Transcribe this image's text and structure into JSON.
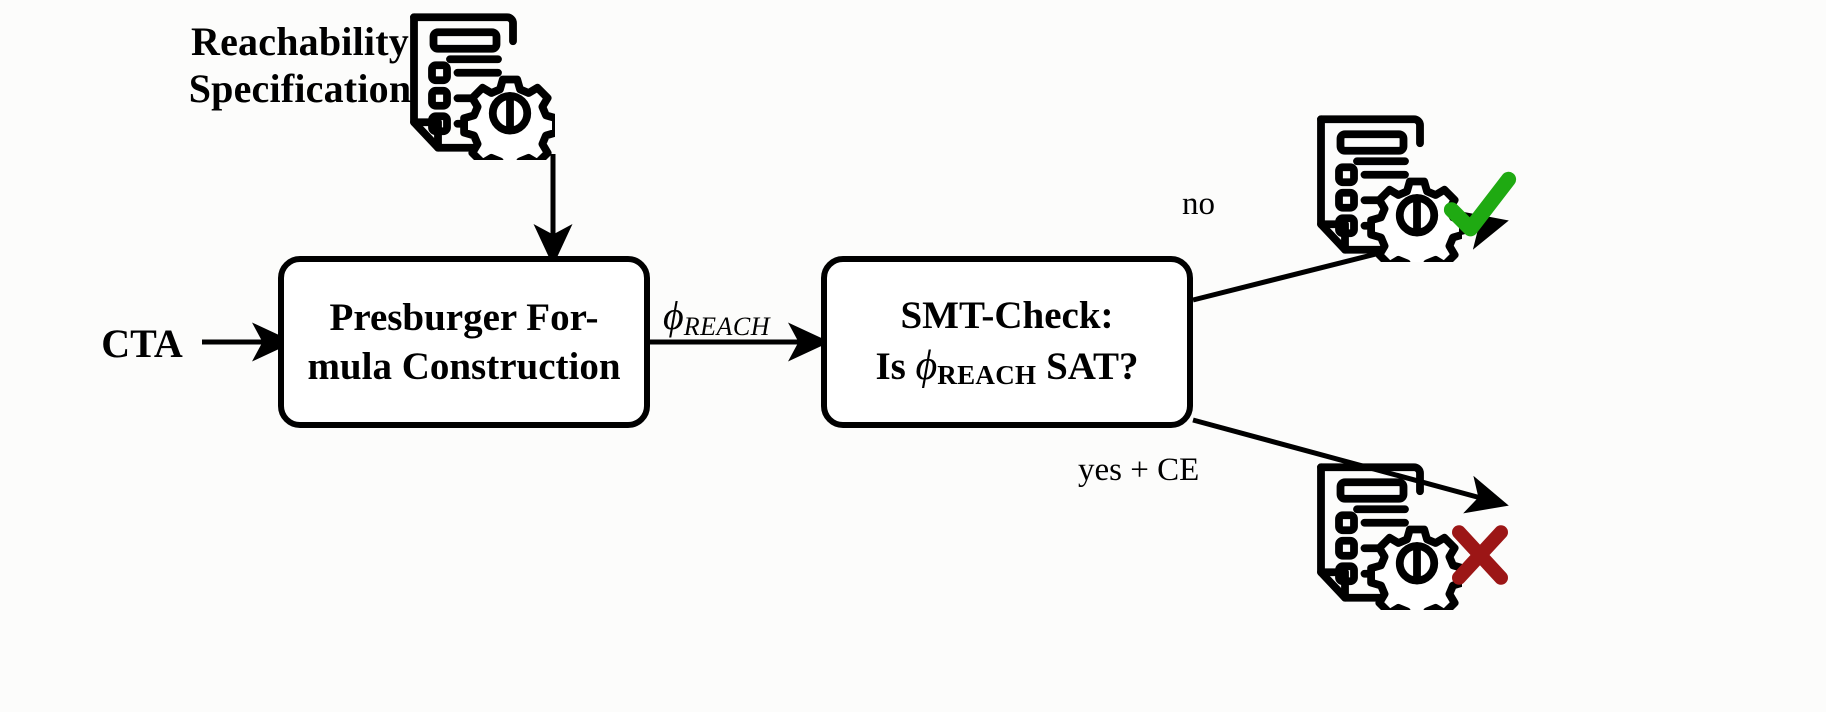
{
  "diagram": {
    "title": "Reachability verification pipeline",
    "background": "#fcfcfb",
    "stroke": "#000000",
    "nodes": {
      "spec_label": {
        "line1": "Reachability",
        "line2": "Specification"
      },
      "cta_label": "CTA",
      "presburger": {
        "line1": "Presburger For-",
        "line2": "mula Construction"
      },
      "smt": {
        "line1": "SMT-Check:",
        "line2_prefix": "Is",
        "line2_phi": "ϕ",
        "line2_sub": "REACH",
        "line2_suffix": "SAT?"
      }
    },
    "edges": {
      "phi_label": {
        "symbol": "ϕ",
        "subscript": "REACH"
      },
      "branch_no": "no",
      "branch_yes": "yes + CE"
    },
    "icons": {
      "spec_document": "document-gear-icon",
      "result_ok_document": "document-gear-icon",
      "result_bad_document": "document-gear-icon",
      "check": {
        "name": "check-mark-icon",
        "glyph": "✔",
        "color": "#1faa12"
      },
      "cross": {
        "name": "cross-mark-icon",
        "glyph": "✘",
        "color": "#9c1616"
      }
    }
  }
}
